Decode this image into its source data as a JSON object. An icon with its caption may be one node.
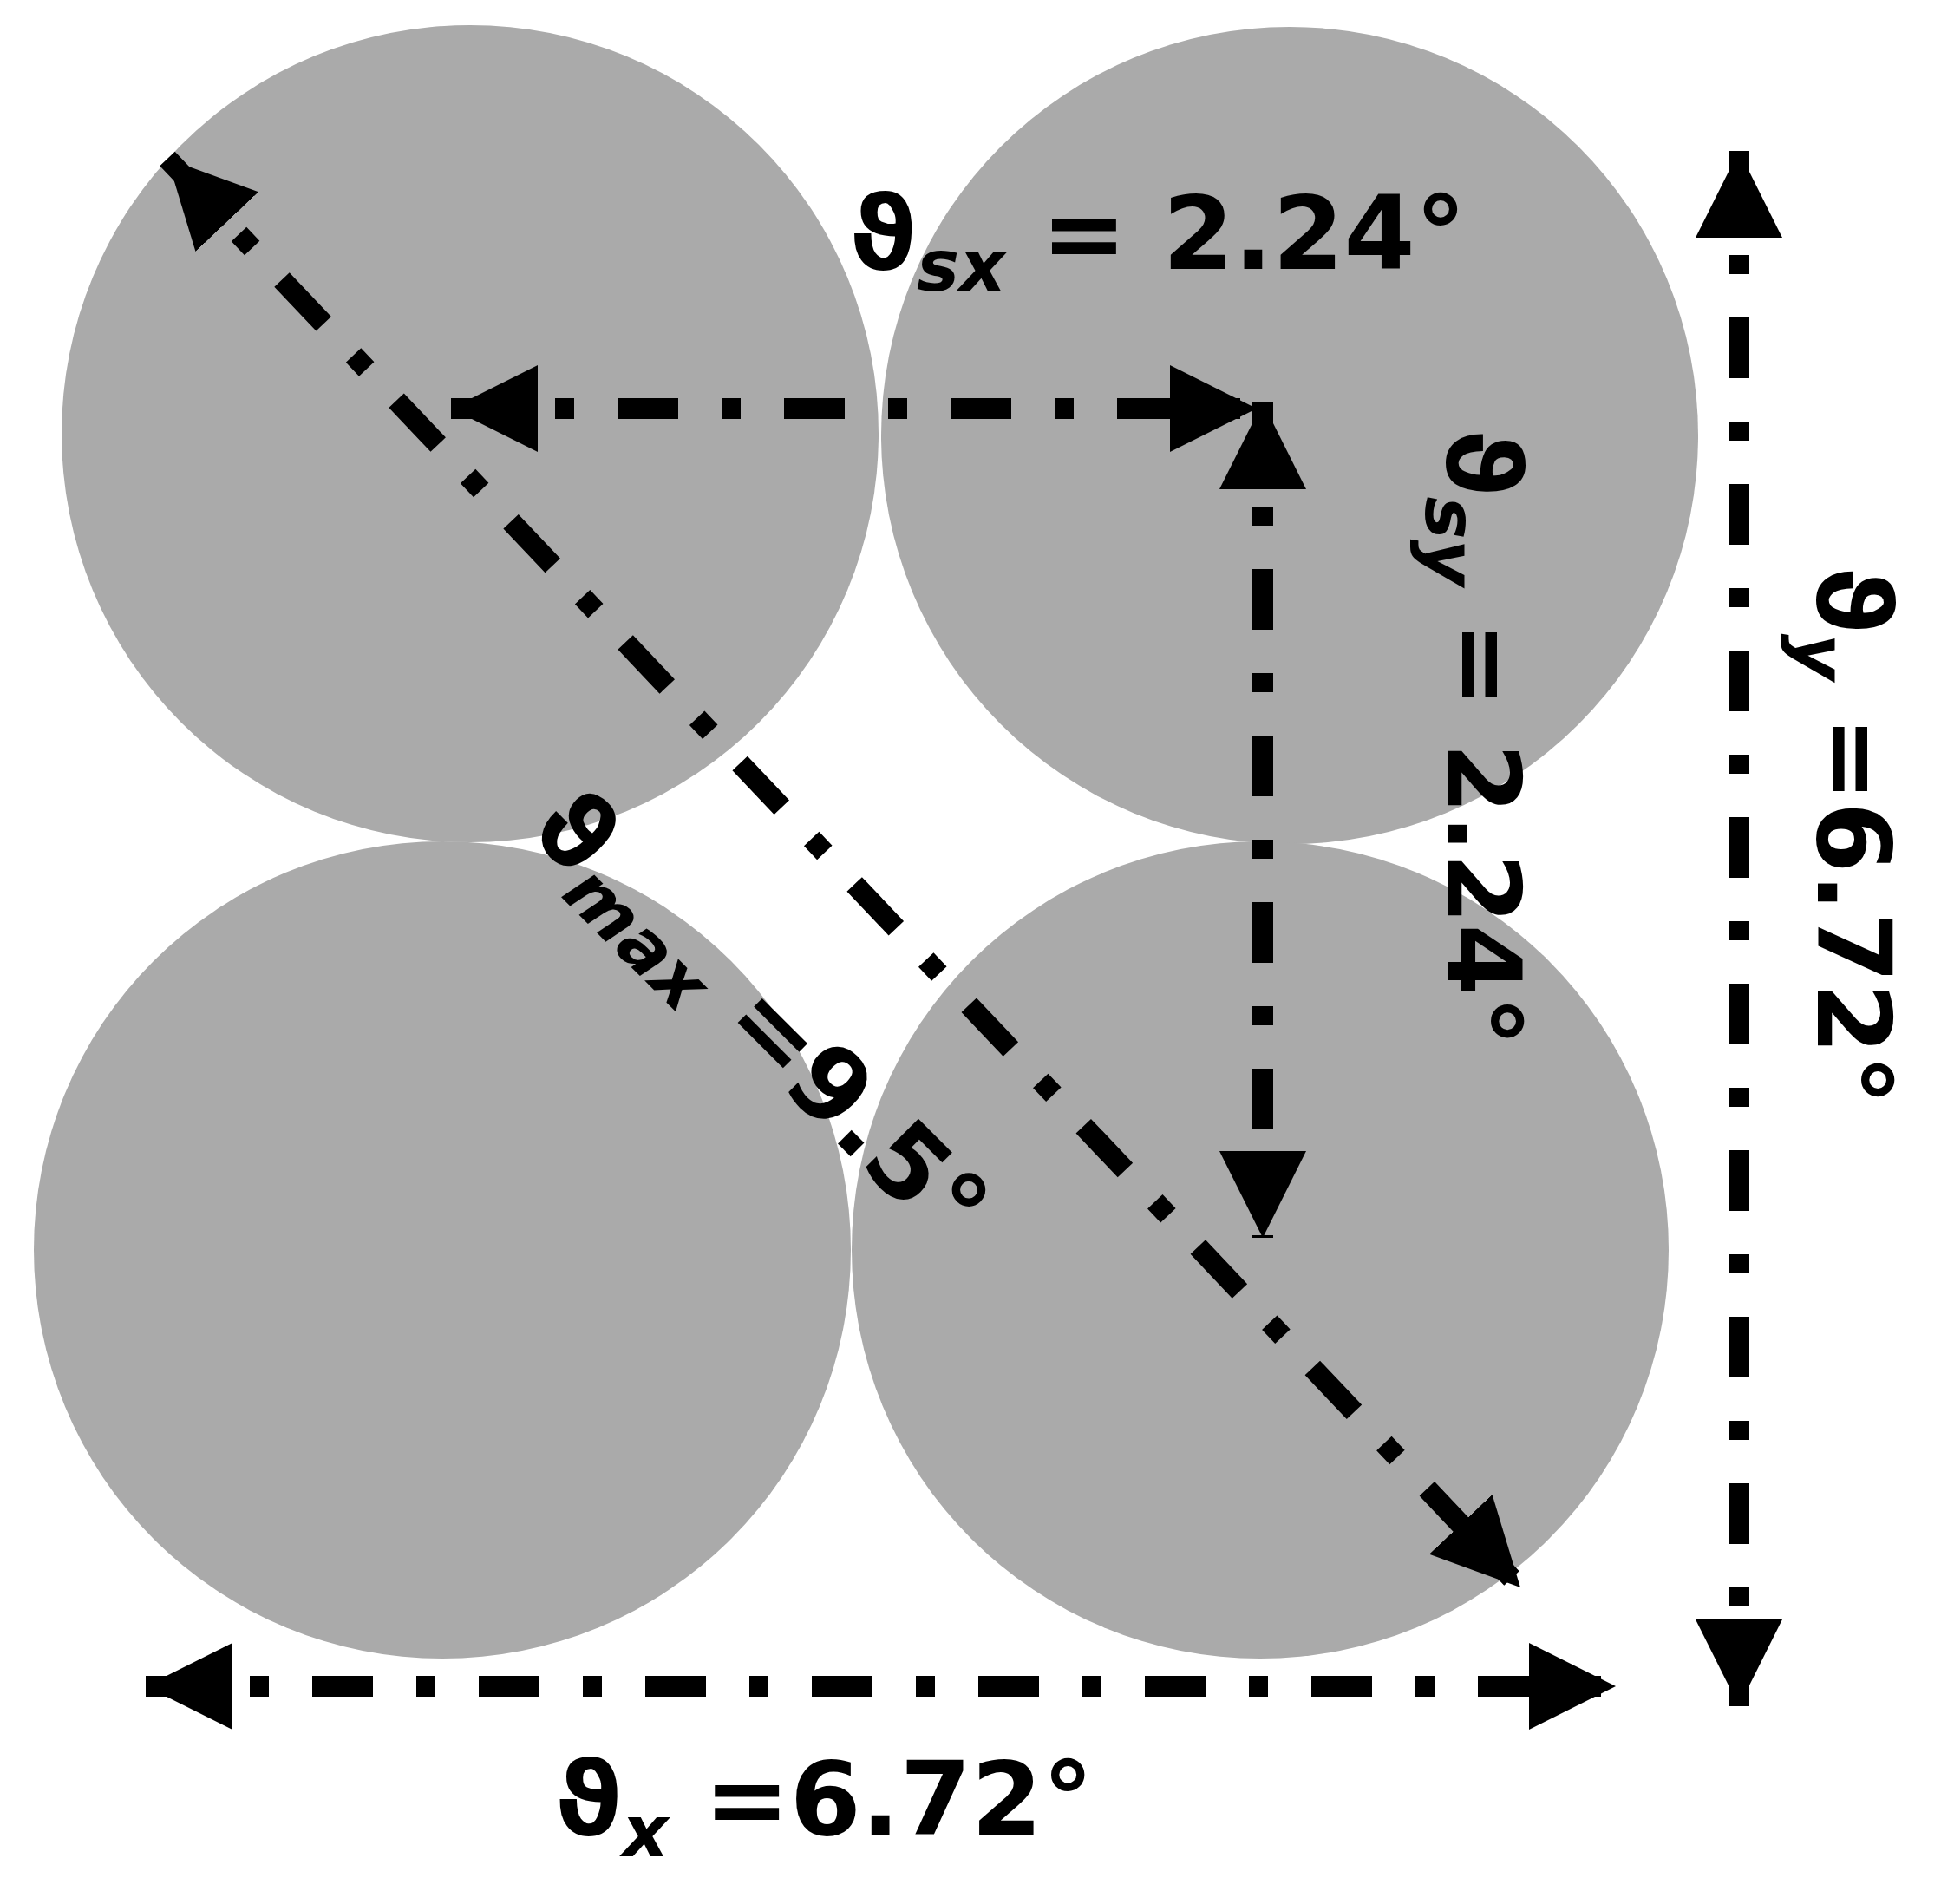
{
  "diagram": {
    "labels": [
      "ϑ$_{sx}$ = 2.24°",
      "ϑ$_{sy}$ = 2.24°",
      "ϑ$_{max}$ =9.5°",
      "ϑ$_{y}$ =6.72°",
      "ϑ$_{x}$ =6.72°"
    ]
  }
}
